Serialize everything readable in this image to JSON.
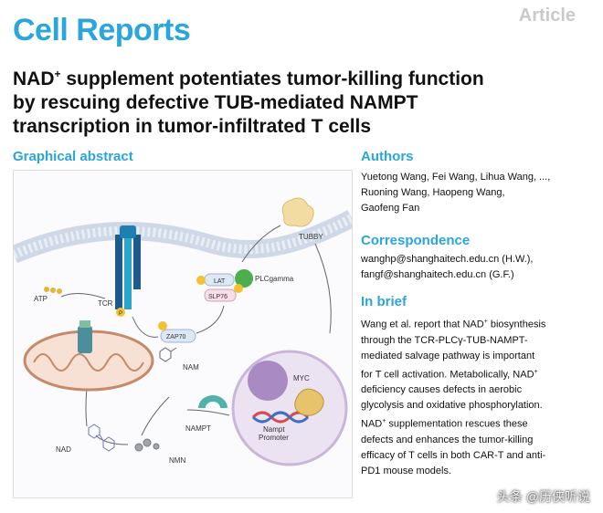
{
  "header": {
    "journal": "Cell Reports",
    "article_type": "Article"
  },
  "title": {
    "line1": "NAD",
    "sup": "+",
    "line1_rest": " supplement potentiates tumor-killing function",
    "line2": "by rescuing defective TUB-mediated NAMPT",
    "line3": "transcription in tumor-infiltrated T cells"
  },
  "graphical_abstract": {
    "heading": "Graphical abstract",
    "labels": {
      "tcr": "TCR",
      "atp": "ATP",
      "zap70": "ZAP70",
      "lat": "LAT",
      "slp76": "SLP76",
      "plcgamma": "PLCgamma",
      "tubby": "TUBBY",
      "myc": "MYC",
      "nampt_promoter_1": "Nampt",
      "nampt_promoter_2": "Promoter",
      "nam": "NAM",
      "nampt": "NAMPT",
      "nad": "NAD",
      "nmn": "NMN",
      "p": "P"
    }
  },
  "authors": {
    "heading": "Authors",
    "line1": "Yuetong Wang, Fei Wang, Lihua Wang, ...,",
    "line2": "Ruoning Wang, Haopeng Wang,",
    "line3": "Gaofeng Fan"
  },
  "correspondence": {
    "heading": "Correspondence",
    "line1": "wanghp@shanghaitech.edu.cn (H.W.),",
    "line2": "fangf@shanghaitech.edu.cn (G.F.)"
  },
  "in_brief": {
    "heading": "In brief",
    "l1a": "Wang et al. report that NAD",
    "l1b": " biosynthesis",
    "l2": "through the TCR-PLCγ-TUB-NAMPT-",
    "l3": "mediated salvage pathway is important",
    "l4a": "for T cell activation. Metabolically, NAD",
    "l5": "deficiency causes defects in aerobic",
    "l6": "glycolysis and oxidative phosphorylation.",
    "l7a": "NAD",
    "l7b": " supplementation rescues these",
    "l8": "defects and enhances the tumor-killing",
    "l9": "efficacy of T cells in both CAR-T and anti-",
    "l10": "PD1 mouse models.",
    "sup": "+"
  },
  "watermark": "头条 @历侠听说",
  "colors": {
    "brand": "#2aa6dd",
    "article_label": "#c9c9c9"
  }
}
